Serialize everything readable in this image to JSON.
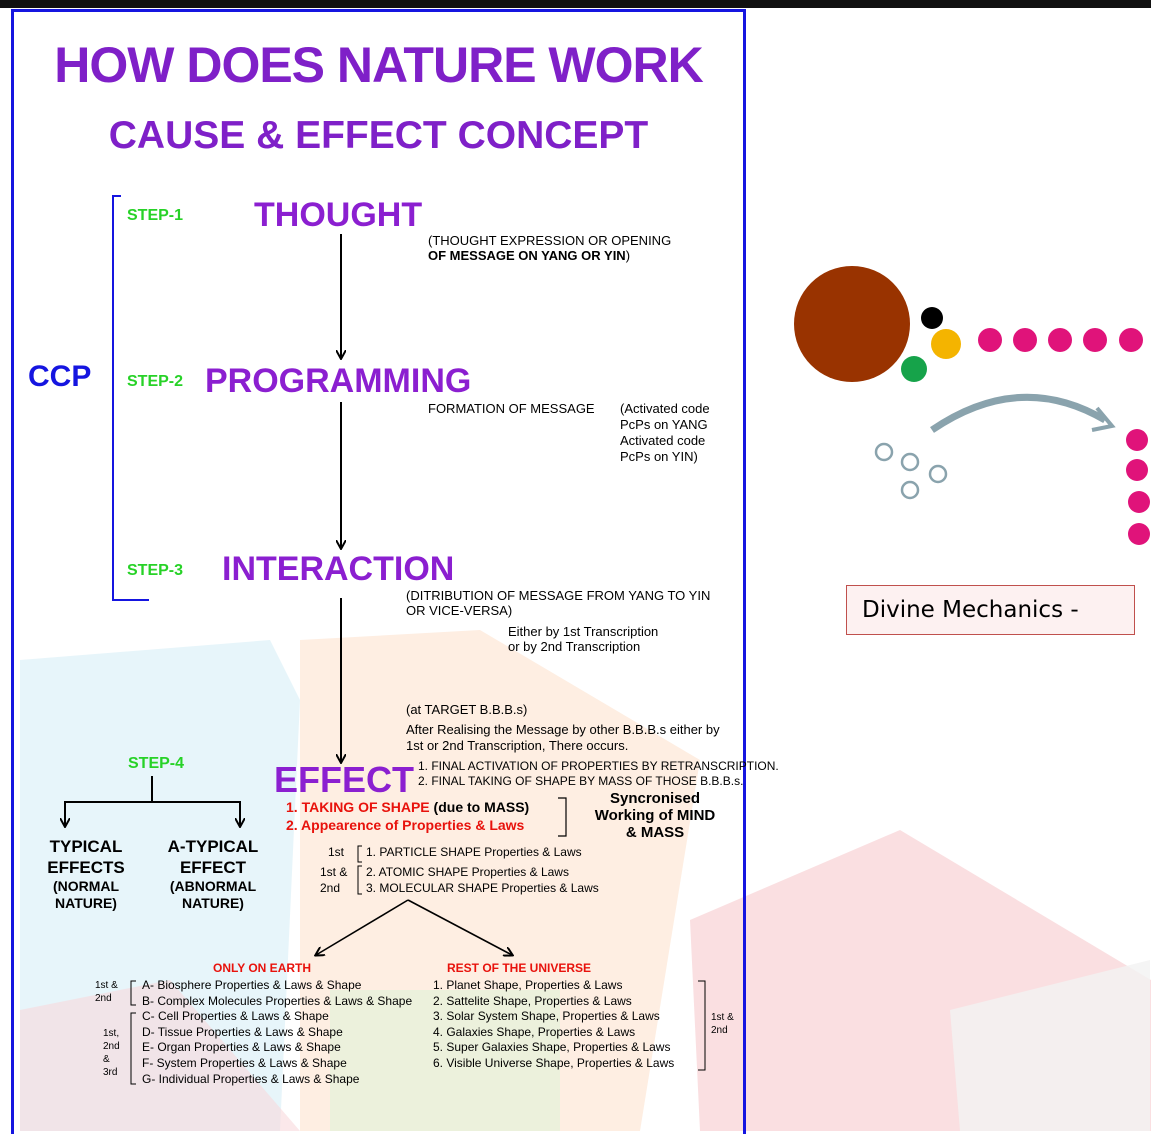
{
  "title": {
    "main": "HOW DOES NATURE WORK",
    "sub": "CAUSE & EFFECT CONCEPT"
  },
  "ccp": "CCP",
  "steps": {
    "step1": {
      "label": "STEP-1",
      "name": "THOUGHT",
      "note1": "(THOUGHT EXPRESSION OR OPENING",
      "note2": "OF MESSAGE ON YANG OR YIN",
      "note2_close": ")"
    },
    "step2": {
      "label": "STEP-2",
      "name": "PROGRAMMING",
      "note_a": "FORMATION OF MESSAGE",
      "note_b1": "(Activated code",
      "note_b2": "PcPs on YANG",
      "note_b3": "Activated code",
      "note_b4": "PcPs on YIN)"
    },
    "step3": {
      "label": "STEP-3",
      "name": "INTERACTION",
      "note1": "(DITRIBUTION OF MESSAGE FROM YANG TO YIN",
      "note2": "OR VICE-VERSA)",
      "note3": "Either by 1st Transcription",
      "note4": "or by 2nd Transcription"
    },
    "step4": {
      "label": "STEP-4"
    }
  },
  "target": {
    "line1": "(at TARGET B.B.B.s)",
    "line2": "After Realising the Message by other B.B.B.s either by",
    "line3": "1st or 2nd Transcription, There occurs."
  },
  "effect": {
    "name": "EFFECT",
    "final1": "1. FINAL ACTIVATION OF PROPERTIES BY RETRANSCRIPTION.",
    "final2": "2. FINAL TAKING OF SHAPE BY MASS OF THOSE B.B.B.s.",
    "red1": "1. TAKING OF SHAPE",
    "red1_suffix": "(due to MASS)",
    "red2": "2. Appearence of Properties & Laws",
    "sync1": "Syncronised",
    "sync2": "Working of MIND",
    "sync3": "& MASS"
  },
  "shapes": {
    "order1": "1st",
    "item1": "1. PARTICLE SHAPE Properties & Laws",
    "order2a": "1st &",
    "order2b": "2nd",
    "item2": "2. ATOMIC SHAPE Properties & Laws",
    "item3": "3. MOLECULAR SHAPE Properties & Laws"
  },
  "typical": {
    "l1": "TYPICAL",
    "l2": "EFFECTS",
    "l3": "(NORMAL",
    "l4": "NATURE)"
  },
  "atypical": {
    "l1": "A-TYPICAL",
    "l2": "EFFECT",
    "l3": "(ABNORMAL",
    "l4": "NATURE)"
  },
  "earth": {
    "heading": "ONLY ON EARTH",
    "group1_order_a": "1st &",
    "group1_order_b": "2nd",
    "group2_order_a": "1st,",
    "group2_order_b": "2nd",
    "group2_order_c": "&",
    "group2_order_d": "3rd",
    "items": [
      "A- Biosphere Properties & Laws & Shape",
      "B- Complex Molecules Properties & Laws & Shape",
      "C- Cell Properties & Laws & Shape",
      "D- Tissue Properties & Laws & Shape",
      "E- Organ Properties & Laws & Shape",
      "F- System Properties & Laws & Shape",
      "G- Individual Properties & Laws & Shape"
    ]
  },
  "universe": {
    "heading": "REST OF THE UNIVERSE",
    "order_a": "1st &",
    "order_b": "2nd",
    "items": [
      "1. Planet Shape, Properties & Laws",
      "2. Sattelite Shape, Properties & Laws",
      "3. Solar System Shape, Properties & Laws",
      "4. Galaxies Shape, Properties & Laws",
      "5. Super Galaxies Shape, Properties & Laws",
      "6. Visible Universe Shape, Properties & Laws"
    ]
  },
  "side": {
    "caption": "Divine Mechanics -"
  },
  "colors": {
    "purple": "#8b1fd0",
    "green": "#27d227",
    "blue": "#1515e0",
    "red": "#e8120c",
    "brown": "#993300",
    "magenta": "#e0137a",
    "gold": "#f4b400",
    "emerald": "#16a34a",
    "steel": "#8aa3ad"
  }
}
